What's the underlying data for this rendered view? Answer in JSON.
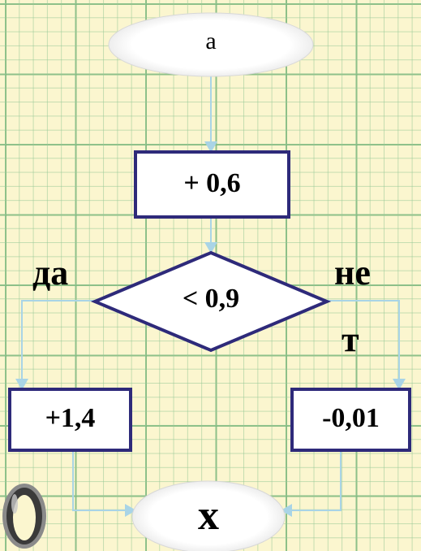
{
  "flowchart": {
    "start_label": "a",
    "process_add": "+ 0,6",
    "decision": "< 0,9",
    "yes_label": "да",
    "no_label_line1": "не",
    "no_label_line2": "т",
    "left_process": "+1,4",
    "right_process": "-0,01",
    "end_label": "x"
  },
  "colors": {
    "background": "#fbf6cf",
    "grid": "#96c896",
    "box_border": "#2e2a7a",
    "connector": "#a9d4e6"
  }
}
